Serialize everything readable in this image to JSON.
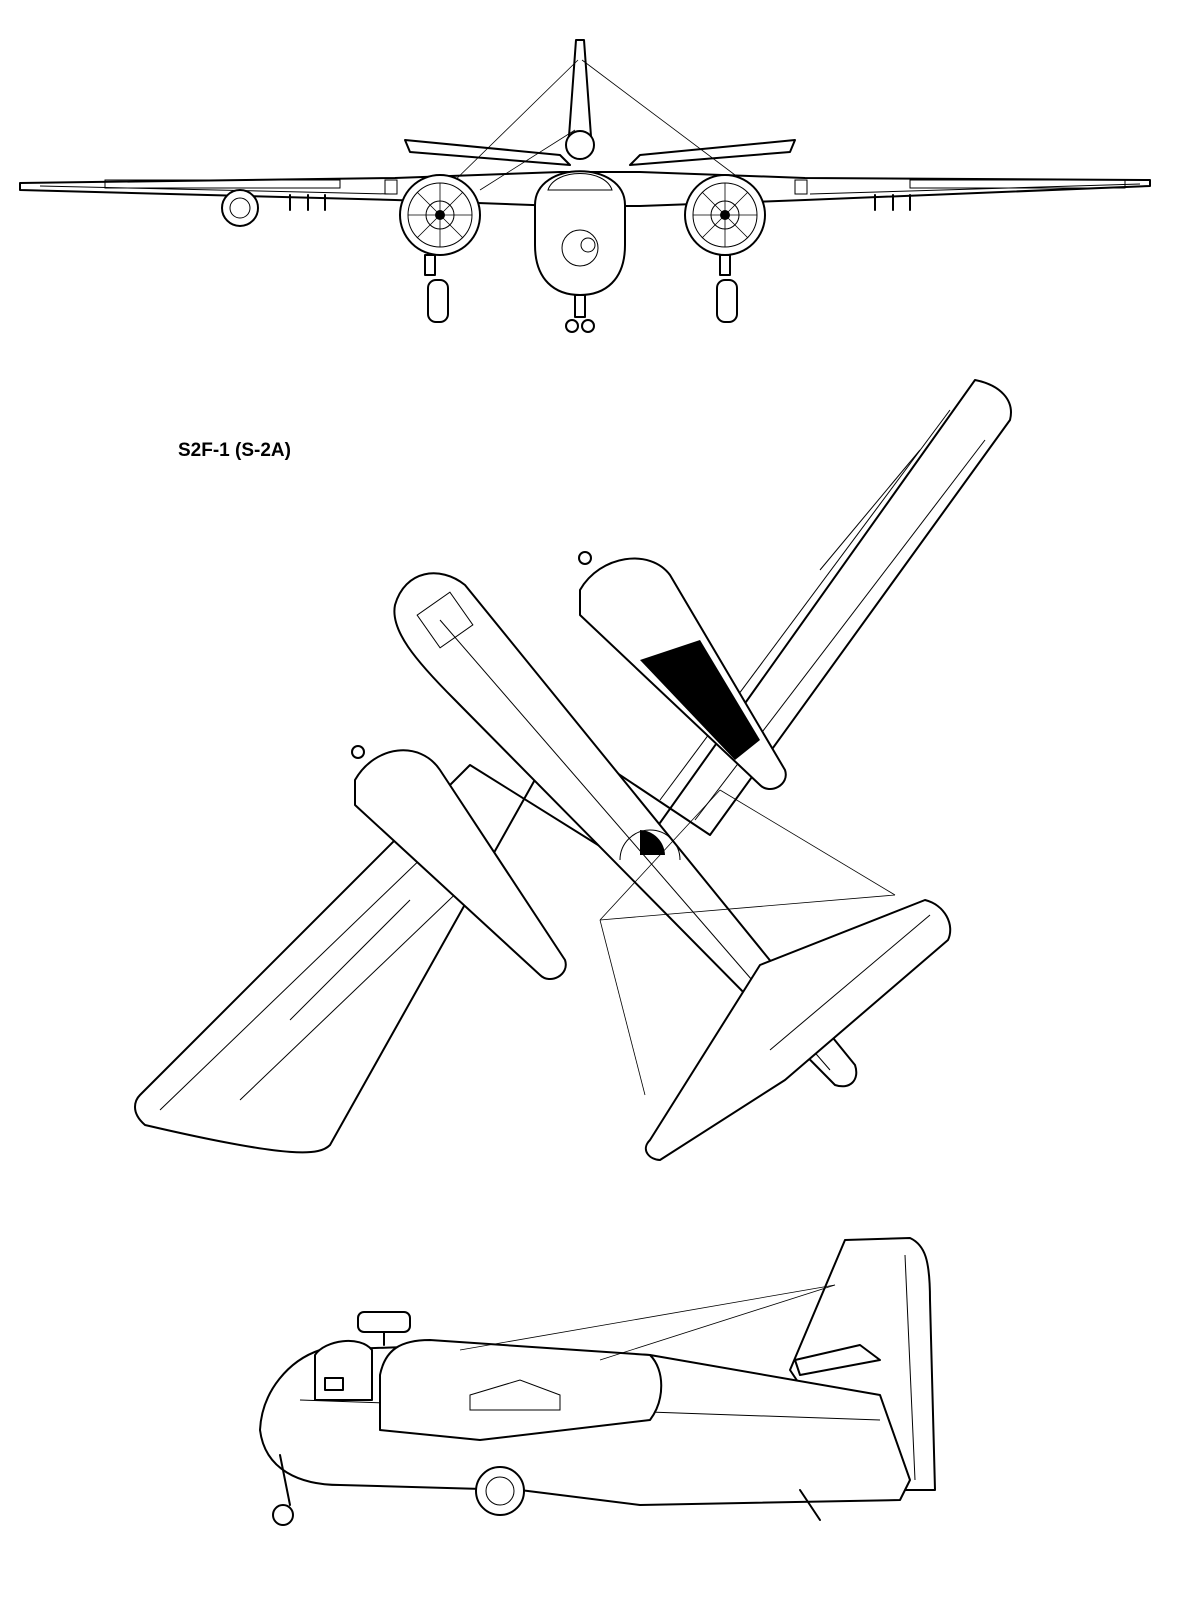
{
  "drawing": {
    "title": "S2F-1 (S-2A)",
    "views": [
      "front",
      "planform",
      "side"
    ],
    "style": "black line art on white"
  }
}
